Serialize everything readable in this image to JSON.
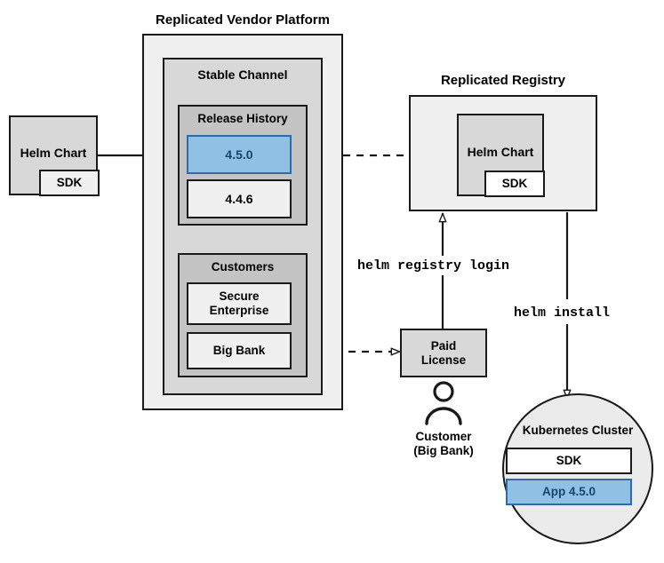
{
  "diagram": {
    "title_platform": "Replicated Vendor Platform",
    "title_registry": "Replicated Registry",
    "groups": {
      "stable_channel": "Stable Channel",
      "release_history": "Release History",
      "customers": "Customers"
    },
    "nodes": {
      "helm_chart_left": "Helm Chart",
      "sdk_left": "SDK",
      "release_current": "4.5.0",
      "release_previous": "4.4.6",
      "customer_secure_enterprise": "Secure\nEnterprise",
      "customer_big_bank": "Big Bank",
      "helm_chart_registry": "Helm Chart",
      "sdk_registry": "SDK",
      "paid_license": "Paid\nLicense",
      "cluster_title": "Kubernetes Cluster",
      "cluster_sdk": "SDK",
      "cluster_app": "App 4.5.0"
    },
    "captions": {
      "customer_person": "Customer\n(Big Bank)"
    },
    "commands": {
      "registry_login": "helm registry login",
      "install": "helm install"
    },
    "colors": {
      "highlight_fill": "#90c0e4",
      "highlight_border": "#2e6ba8",
      "highlight_text": "#14456f",
      "stroke": "#1a1a1a",
      "group_outer": "#f0f0f0",
      "group_mid": "#d8d8d8",
      "group_inner": "#c4c4c4",
      "node_fill": "#ebebeb",
      "white": "#ffffff"
    }
  }
}
